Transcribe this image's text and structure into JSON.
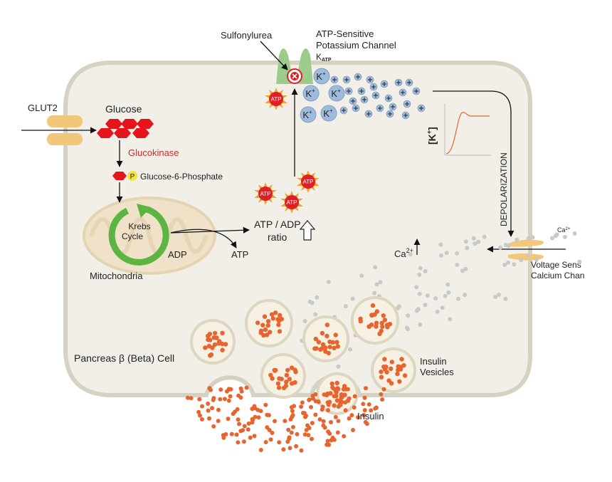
{
  "labels": {
    "sulfonylurea": "Sulfonylurea",
    "channel_line1": "ATP-Sensitive",
    "channel_line2": "Potassium Channel",
    "katp_k": "K",
    "katp_sub": "ATP",
    "glut2": "GLUT2",
    "glucose": "Glucose",
    "glucokinase": "Glucokinase",
    "g6p": "Glucose-6-Phosphate",
    "phosphate": "P",
    "krebs_line1": "Krebs",
    "krebs_line2": "Cycle",
    "mitochondria": "Mitochondria",
    "adp": "ADP",
    "atp": "ATP",
    "ratio_line1": "ATP / ADP",
    "ratio_line2": "ratio",
    "atp_token": "ATP",
    "k_ion": "K",
    "k_plus": "+",
    "k_axis": "[K",
    "k_axis_sup": "+",
    "k_axis_close": "]",
    "depolarization": "DEPOLARIZATION",
    "ca_small": "Ca",
    "ca_small_sup": "2+",
    "ca_big": "Ca",
    "ca_big_sup": "2+",
    "vsc_line1": "Voltage Sens",
    "vsc_line2": "Calcium Chan",
    "beta_cell": "Pancreas β (Beta) Cell",
    "vesicles_line1": "Insulin",
    "vesicles_line2": "Vesicles",
    "insulin": "Insulin"
  },
  "colors": {
    "cell_fill": "#f1efe8",
    "cell_stroke": "#d6d2c2",
    "glut": "#f3c77a",
    "glucose": "#e8141c",
    "glucokinase_text": "#d9262b",
    "krebs_green": "#5cb443",
    "mito_fill": "#efe2c8",
    "atp_fill": "#e01e25",
    "atp_burst": "#f6a21a",
    "k_ion": "#9fbbdc",
    "channel_green": "#9ccc8c",
    "insulin_dot": "#e8642f",
    "ca_dot": "#c9c9c9",
    "vesicle_fill": "#f6f1e3",
    "vesicle_stroke": "#ddd6c0"
  }
}
